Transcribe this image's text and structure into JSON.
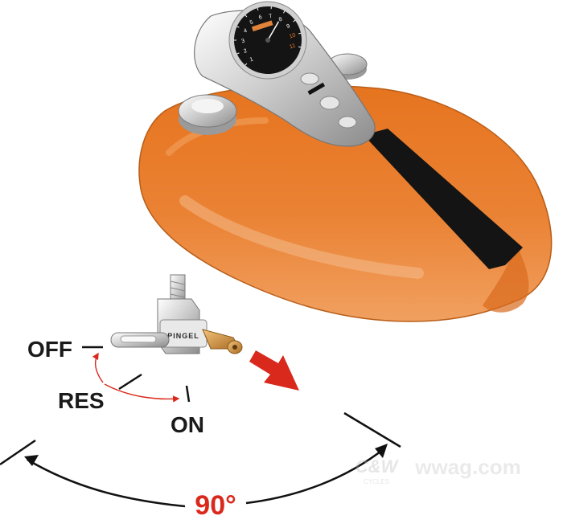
{
  "labels": {
    "off": "OFF",
    "res": "RES",
    "on": "ON",
    "angle": "90°",
    "valve_brand": "PINGEL"
  },
  "watermark": {
    "logo": "C&W",
    "sub": "CYCLES",
    "site": "wwag.com"
  },
  "gauge": {
    "ticks": [
      "1",
      "2",
      "3",
      "4",
      "5",
      "6",
      "7",
      "8",
      "9",
      "10",
      "11"
    ],
    "highlight_ticks": [
      "10",
      "11"
    ]
  },
  "colors": {
    "tank_orange": "#e87a2a",
    "tank_highlight": "#f6b07a",
    "accent_red": "#d9291c",
    "chrome": "#d8d8d8",
    "brass": "#c98a3a",
    "text": "#1a1a1a"
  }
}
